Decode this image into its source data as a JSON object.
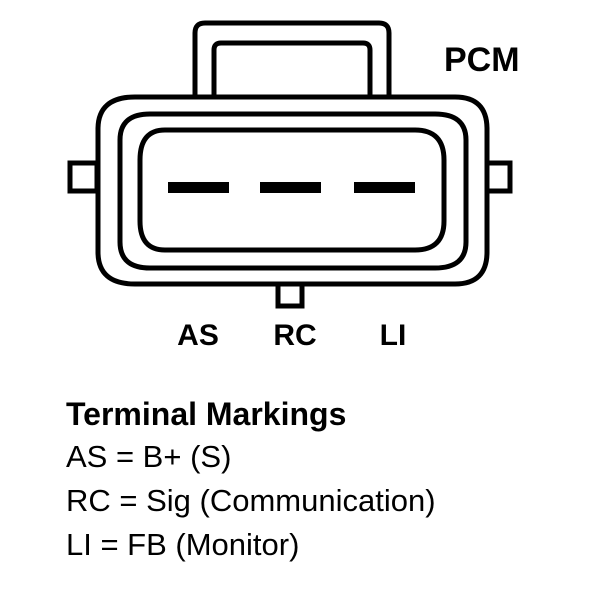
{
  "connector": {
    "label": "PCM",
    "terminals": [
      "AS",
      "RC",
      "LI"
    ]
  },
  "legend": {
    "title": "Terminal Markings",
    "lines": [
      "AS = B+ (S)",
      "RC = Sig (Communication)",
      "LI = FB (Monitor)"
    ]
  },
  "colors": {
    "stroke": "#000000",
    "background": "#ffffff"
  }
}
